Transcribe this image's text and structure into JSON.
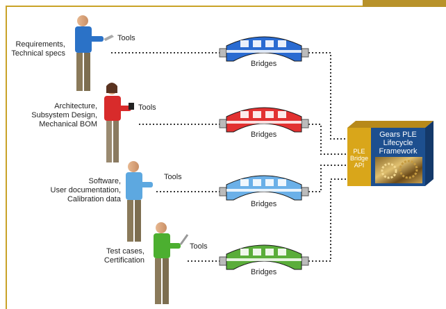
{
  "rows": [
    {
      "id": "req",
      "roles": "Requirements,\nTechnical specs",
      "tools": "Tools",
      "bridge": "Bridges",
      "color": "#2a6bd1"
    },
    {
      "id": "arch",
      "roles": "Architecture,\nSubsystem Design,\nMechanical BOM",
      "tools": "Tools",
      "bridge": "Bridges",
      "color": "#e23131"
    },
    {
      "id": "sw",
      "roles": "Software,\nUser documentation,\nCalibration data",
      "tools": "Tools",
      "bridge": "Bridges",
      "color": "#6bb0e8"
    },
    {
      "id": "test",
      "roles": "Test cases,\nCertification",
      "tools": "Tools",
      "bridge": "Bridges",
      "color": "#5aad3a"
    }
  ],
  "framework": {
    "api_label": "PLE\nBridge\nAPI",
    "title": "Gears PLE\nLifecycle\nFramework",
    "api_color": "#d9a61a",
    "box_color": "#1d4f8f"
  },
  "colors": {
    "frame": "#c9a227",
    "line": "#333333"
  }
}
